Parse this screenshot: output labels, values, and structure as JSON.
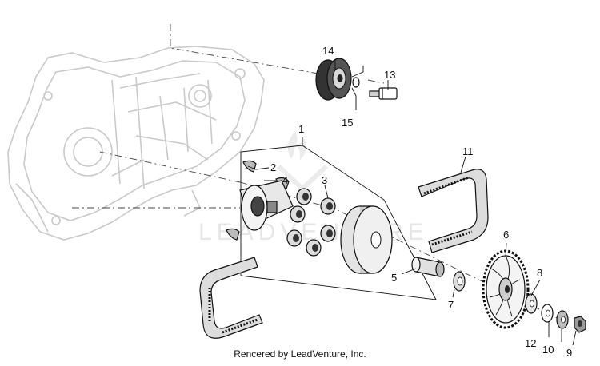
{
  "callouts": {
    "c1": "1",
    "c2": "2",
    "c3": "3",
    "c4": "4",
    "c5": "5",
    "c6": "6",
    "c7": "7",
    "c8": "8",
    "c9": "9",
    "c10": "10",
    "c11": "11",
    "c12": "12",
    "c13": "13",
    "c14": "14",
    "c15": "15"
  },
  "watermark": "LEADVENTURE",
  "footer": "Rencered by LeadVenture, Inc.",
  "colors": {
    "ink": "#111111",
    "ghost": "#c9c9c9",
    "watermark": "#e6e6e6"
  }
}
